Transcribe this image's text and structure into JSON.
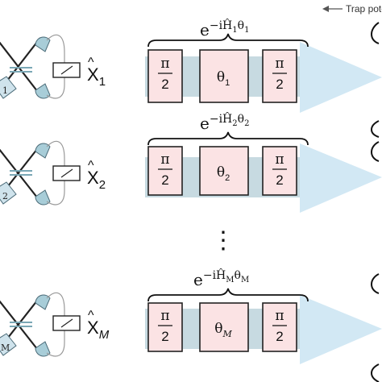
{
  "trap_label": "Trap potential",
  "rows": [
    {
      "meter_label_base": "X",
      "meter_label_sub": "1",
      "unitary_base": "e",
      "unitary_exp": "−iĤ",
      "unitary_h_sub": "1",
      "unitary_theta": "θ",
      "unitary_theta_sub": "1",
      "pulse_left_num": "π",
      "pulse_left_den": "2",
      "pulse_mid": "θ",
      "pulse_mid_sub": "1",
      "pulse_right_num": "π",
      "pulse_right_den": "2",
      "diamond_label": "1"
    },
    {
      "meter_label_base": "X",
      "meter_label_sub": "2",
      "unitary_base": "e",
      "unitary_exp": "−iĤ",
      "unitary_h_sub": "2",
      "unitary_theta": "θ",
      "unitary_theta_sub": "2",
      "pulse_left_num": "π",
      "pulse_left_den": "2",
      "pulse_mid": "θ",
      "pulse_mid_sub": "2",
      "pulse_right_num": "π",
      "pulse_right_den": "2",
      "diamond_label": "2"
    },
    {
      "meter_label_base": "X",
      "meter_label_sub": "M",
      "unitary_base": "e",
      "unitary_exp": "−iĤ",
      "unitary_h_sub": "M",
      "unitary_theta": "θ",
      "unitary_theta_sub": "M",
      "pulse_left_num": "π",
      "pulse_left_den": "2",
      "pulse_mid": "θ",
      "pulse_mid_sub": "M",
      "pulse_right_num": "π",
      "pulse_right_den": "2",
      "diamond_label": "M"
    }
  ],
  "vdots": "⋮",
  "colors": {
    "pulse_fill": "#fbe3e4",
    "band_fill": "#c7dae1",
    "arrow_fill": "#d2e8f4",
    "diamond_fill": "#cfe3ec",
    "detector_fill": "#a8cdd8"
  }
}
